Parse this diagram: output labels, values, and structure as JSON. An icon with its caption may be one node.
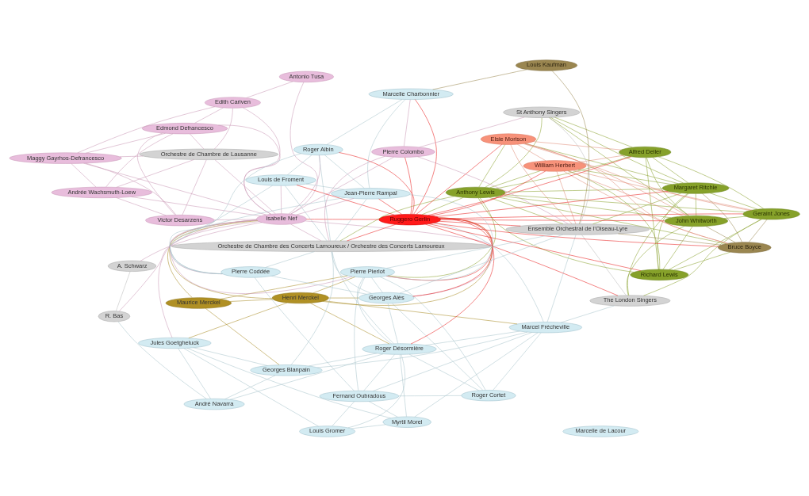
{
  "diagram": {
    "nodes": [
      {
        "text": [
          "Myrtil Morel"
        ]
      },
      {
        "text": [
          "Louis Gromer"
        ]
      },
      {
        "text": [
          "Fernand Oubradous"
        ]
      },
      {
        "text": [
          "Jules Goetgheluck"
        ]
      },
      {
        "text": [
          "Roger Cortet"
        ]
      },
      {
        "text": [
          "Marcelle de Lacour"
        ]
      },
      {
        "text": [
          "André Navarra"
        ]
      },
      {
        "text": [
          "Maurice Merckel"
        ]
      },
      {
        "text": [
          "Henri Merckel"
        ]
      },
      {
        "text": [
          "R. Bas"
        ]
      },
      {
        "text": [
          "Georges Blanpain"
        ]
      },
      {
        "text": [
          "Marcel Frécheville"
        ]
      },
      {
        "text": [
          "Roger Désormière"
        ]
      },
      {
        "text": [
          "The London Singers"
        ]
      },
      {
        "text": [
          "A. Schwarz"
        ]
      },
      {
        "text": [
          "Geraint Jones"
        ]
      },
      {
        "text": [
          "Margaret Ritchie"
        ]
      },
      {
        "text": [
          "Richard Lewis"
        ]
      },
      {
        "text": [
          "Isabelle Nef"
        ]
      },
      {
        "text": [
          "Anthony Lewis"
        ]
      },
      {
        "text": [
          "William Herbert"
        ]
      },
      {
        "text": [
          "Ruggero Gerlin"
        ]
      },
      {
        "text": [
          "Andrée Wachsmuth-Loew"
        ]
      },
      {
        "text": [
          "Pierre Pierlot"
        ]
      },
      {
        "text": [
          "Bruce Boyce"
        ]
      },
      {
        "text": [
          "Edmond Defrancesco"
        ]
      },
      {
        "text": [
          "Georges Alès"
        ]
      },
      {
        "text": [
          "Ensemble Orchestral de l’Oiseau-Lyre"
        ]
      },
      {
        "text": [
          "Elsie Morison"
        ]
      },
      {
        "text": [
          "Pierre Coddée"
        ]
      },
      {
        "text": [
          "Orchestre de Chambre de Lausanne"
        ]
      },
      {
        "text": [
          "Antonio Tusa"
        ]
      },
      {
        "text": [
          "Victor Desarzens"
        ]
      },
      {
        "text": [
          "John Whitworth"
        ]
      },
      {
        "text": [
          "Maggy Gayrhos-Defrancesco"
        ]
      },
      {
        "text": [
          "Alfred Deller"
        ]
      },
      {
        "text": [
          "Orchestre de Chambre des Concerts Lamoureux / Orchestre des Concerts Lamoureux"
        ]
      },
      {
        "text": [
          "St Anthony Singers"
        ]
      },
      {
        "text": [
          "Edith Cariven"
        ]
      },
      {
        "text": [
          "Louis de Froment"
        ]
      },
      {
        "text": [
          "Pierre Colombo"
        ]
      },
      {
        "text": [
          "Jean-Pierre Rampal"
        ]
      },
      {
        "text": [
          "Marcelle Charbonnier"
        ]
      },
      {
        "text": [
          "Louis Kaufman"
        ]
      },
      {
        "text": [
          "Roger Albin"
        ]
      }
    ],
    "edges": [
      {
        "from": 0,
        "to": 1,
        "arrow": "none"
      },
      {
        "from": 0,
        "to": 2,
        "arrow": "none"
      },
      {
        "from": 0,
        "to": 3,
        "arrow": "none"
      },
      {
        "from": 1,
        "to": 3,
        "arrow": "none"
      },
      {
        "from": 1,
        "to": 2,
        "arrow": "none"
      },
      {
        "from": 0,
        "to": 11,
        "arrow": "none"
      },
      {
        "from": 0,
        "to": 12,
        "arrow": "none"
      },
      {
        "from": 1,
        "to": 12,
        "arrow": "none"
      },
      {
        "from": 2,
        "to": 4,
        "arrow": "none"
      },
      {
        "from": 2,
        "to": 11,
        "arrow": "none"
      },
      {
        "from": 2,
        "to": 12,
        "arrow": "none"
      },
      {
        "from": 2,
        "to": 23,
        "arrow": "none"
      },
      {
        "from": 3,
        "to": 6,
        "arrow": "none"
      },
      {
        "from": 3,
        "to": 10,
        "arrow": "none"
      },
      {
        "from": 4,
        "to": 11,
        "arrow": "none"
      },
      {
        "from": 4,
        "to": 12,
        "arrow": "none"
      },
      {
        "from": 4,
        "to": 23,
        "arrow": "none"
      },
      {
        "from": 4,
        "to": 26,
        "arrow": "none"
      },
      {
        "from": 6,
        "to": 9,
        "arrow": "none"
      },
      {
        "from": 6,
        "to": 10,
        "arrow": "none"
      },
      {
        "from": 6,
        "to": 12,
        "arrow": "none"
      },
      {
        "from": 10,
        "to": 11,
        "arrow": "none"
      },
      {
        "from": 10,
        "to": 12,
        "arrow": "none"
      },
      {
        "from": 10,
        "to": 36,
        "arrow": "none"
      },
      {
        "from": 11,
        "to": 12,
        "arrow": "none"
      },
      {
        "from": 11,
        "to": 27,
        "arrow": "none"
      },
      {
        "from": 11,
        "to": 21,
        "arrow": "none"
      },
      {
        "from": 11,
        "to": 13,
        "arrow": "none"
      },
      {
        "from": 12,
        "to": 23,
        "arrow": "none"
      },
      {
        "from": 12,
        "to": 26,
        "arrow": "none"
      },
      {
        "from": 12,
        "to": 36,
        "arrow": "none"
      },
      {
        "from": 23,
        "to": 26,
        "arrow": "none"
      },
      {
        "from": 23,
        "to": 27,
        "arrow": "none"
      },
      {
        "from": 23,
        "to": 41,
        "arrow": "none"
      },
      {
        "from": 26,
        "to": 27,
        "arrow": "none"
      },
      {
        "from": 26,
        "to": 29,
        "arrow": "none"
      },
      {
        "from": 29,
        "to": 36,
        "arrow": "none"
      },
      {
        "from": 29,
        "to": 39,
        "arrow": "none"
      },
      {
        "from": 29,
        "to": 41,
        "arrow": "none"
      },
      {
        "from": 29,
        "to": 44,
        "arrow": "none"
      },
      {
        "from": 36,
        "to": 39,
        "arrow": "none"
      },
      {
        "from": 36,
        "to": 41,
        "arrow": "none"
      },
      {
        "from": 36,
        "to": 44,
        "arrow": "none"
      },
      {
        "from": 39,
        "to": 41,
        "arrow": "none"
      },
      {
        "from": 39,
        "to": 44,
        "arrow": "none"
      },
      {
        "from": 41,
        "to": 44,
        "arrow": "none"
      },
      {
        "from": 41,
        "to": 42,
        "arrow": "none"
      },
      {
        "from": 44,
        "to": 42,
        "arrow": "none"
      },
      {
        "from": 26,
        "to": 36,
        "arrow": "none"
      },
      {
        "from": 2,
        "to": 29,
        "arrow": "none"
      },
      {
        "from": 9,
        "to": 14,
        "arrow": "none",
        "color": "#bbbbbb"
      },
      {
        "from": 13,
        "to": 27,
        "arrow": "none",
        "color": "#bbbbbb"
      },
      {
        "from": 37,
        "to": 27,
        "arrow": "none",
        "color": "#bbbbbb"
      },
      {
        "from": 18,
        "to": 22,
        "arrow": "none",
        "color": "#c997b5"
      },
      {
        "from": 18,
        "to": 25,
        "arrow": "none",
        "color": "#c997b5"
      },
      {
        "from": 18,
        "to": 30,
        "arrow": "none",
        "color": "#c997b5"
      },
      {
        "from": 18,
        "to": 31,
        "arrow": "none",
        "color": "#c997b5"
      },
      {
        "from": 18,
        "to": 32,
        "arrow": "none",
        "color": "#c997b5"
      },
      {
        "from": 18,
        "to": 34,
        "arrow": "none",
        "color": "#c997b5"
      },
      {
        "from": 18,
        "to": 38,
        "arrow": "none",
        "color": "#c997b5"
      },
      {
        "from": 18,
        "to": 9,
        "arrow": "none",
        "color": "#c997b5"
      },
      {
        "from": 18,
        "to": 14,
        "arrow": "none",
        "color": "#c997b5"
      },
      {
        "from": 18,
        "to": 3,
        "arrow": "none",
        "color": "#c997b5"
      },
      {
        "from": 18,
        "to": 36,
        "arrow": "none",
        "color": "#c997b5"
      },
      {
        "from": 18,
        "to": 23,
        "arrow": "none",
        "color": "#c997b5"
      },
      {
        "from": 18,
        "to": 26,
        "arrow": "none",
        "color": "#c997b5"
      },
      {
        "from": 18,
        "to": 29,
        "arrow": "none",
        "color": "#c997b5"
      },
      {
        "from": 18,
        "to": 39,
        "arrow": "none",
        "color": "#c997b5"
      },
      {
        "from": 18,
        "to": 41,
        "arrow": "none",
        "color": "#c997b5"
      },
      {
        "from": 18,
        "to": 40,
        "arrow": "none",
        "color": "#c997b5"
      },
      {
        "from": 18,
        "to": 44,
        "arrow": "none",
        "color": "#c997b5"
      },
      {
        "from": 22,
        "to": 25,
        "arrow": "none",
        "color": "#c997b5"
      },
      {
        "from": 22,
        "to": 30,
        "arrow": "none",
        "color": "#c997b5"
      },
      {
        "from": 22,
        "to": 32,
        "arrow": "none",
        "color": "#c997b5"
      },
      {
        "from": 25,
        "to": 30,
        "arrow": "none",
        "color": "#c997b5"
      },
      {
        "from": 25,
        "to": 32,
        "arrow": "none",
        "color": "#c997b5"
      },
      {
        "from": 25,
        "to": 34,
        "arrow": "none",
        "color": "#c997b5"
      },
      {
        "from": 30,
        "to": 32,
        "arrow": "none",
        "color": "#c997b5"
      },
      {
        "from": 30,
        "to": 34,
        "arrow": "none",
        "color": "#c997b5"
      },
      {
        "from": 32,
        "to": 34,
        "arrow": "none",
        "color": "#c997b5"
      },
      {
        "from": 34,
        "to": 38,
        "arrow": "none",
        "color": "#c997b5"
      },
      {
        "from": 25,
        "to": 38,
        "arrow": "none",
        "color": "#c997b5"
      },
      {
        "from": 30,
        "to": 38,
        "arrow": "none",
        "color": "#c997b5"
      },
      {
        "from": 31,
        "to": 38,
        "arrow": "none",
        "color": "#c997b5"
      },
      {
        "from": 22,
        "to": 34,
        "arrow": "none",
        "color": "#c997b5"
      },
      {
        "from": 40,
        "to": 27,
        "arrow": "none",
        "color": "#c997b5"
      },
      {
        "from": 40,
        "to": 37,
        "arrow": "none",
        "color": "#c997b5"
      },
      {
        "from": 40,
        "to": 42,
        "arrow": "none",
        "color": "#c997b5"
      },
      {
        "from": 40,
        "to": 36,
        "arrow": "none",
        "color": "#c997b5"
      },
      {
        "from": 7,
        "to": 8,
        "arrow": "none",
        "color": "#a88a24"
      },
      {
        "from": 3,
        "to": 8,
        "arrow": "none",
        "color": "#a88a24"
      },
      {
        "from": 7,
        "to": 10,
        "arrow": "none",
        "color": "#a88a24"
      },
      {
        "from": 7,
        "to": 23,
        "arrow": "none",
        "color": "#a88a24"
      },
      {
        "from": 7,
        "to": 18,
        "arrow": "none",
        "color": "#a88a24"
      },
      {
        "from": 8,
        "to": 12,
        "arrow": "none",
        "color": "#a88a24"
      },
      {
        "from": 8,
        "to": 23,
        "arrow": "none",
        "color": "#a88a24"
      },
      {
        "from": 8,
        "to": 26,
        "arrow": "none",
        "color": "#a88a24"
      },
      {
        "from": 8,
        "to": 11,
        "arrow": "none",
        "color": "#a88a24"
      },
      {
        "from": 8,
        "to": 18,
        "arrow": "none",
        "color": "#a88a24"
      },
      {
        "from": 8,
        "to": 21,
        "arrow": "none",
        "color": "#a88a24"
      },
      {
        "from": 21,
        "to": 18,
        "arrow": "none",
        "color": "#e8191a"
      },
      {
        "from": 21,
        "to": 23,
        "arrow": "none",
        "color": "#e8191a"
      },
      {
        "from": 21,
        "to": 26,
        "arrow": "none",
        "color": "#e8191a"
      },
      {
        "from": 21,
        "to": 27,
        "arrow": "none",
        "color": "#e8191a"
      },
      {
        "from": 21,
        "to": 36,
        "arrow": "none",
        "color": "#e8191a"
      },
      {
        "from": 21,
        "to": 39,
        "arrow": "none",
        "color": "#e8191a"
      },
      {
        "from": 21,
        "to": 40,
        "arrow": "none",
        "color": "#e8191a"
      },
      {
        "from": 21,
        "to": 41,
        "arrow": "none",
        "color": "#e8191a"
      },
      {
        "from": 21,
        "to": 42,
        "arrow": "none",
        "color": "#e8191a"
      },
      {
        "from": 21,
        "to": 44,
        "arrow": "none",
        "color": "#e8191a"
      },
      {
        "from": 21,
        "to": 13,
        "arrow": "none",
        "color": "#e8191a"
      },
      {
        "from": 21,
        "to": 15,
        "arrow": "none",
        "color": "#e8191a"
      },
      {
        "from": 21,
        "to": 16,
        "arrow": "none",
        "color": "#e8191a"
      },
      {
        "from": 21,
        "to": 17,
        "arrow": "none",
        "color": "#e8191a"
      },
      {
        "from": 21,
        "to": 20,
        "arrow": "none",
        "color": "#e8191a"
      },
      {
        "from": 21,
        "to": 24,
        "arrow": "none",
        "color": "#e8191a"
      },
      {
        "from": 21,
        "to": 28,
        "arrow": "none",
        "color": "#e8191a"
      },
      {
        "from": 21,
        "to": 33,
        "arrow": "none",
        "color": "#e8191a"
      },
      {
        "from": 21,
        "to": 35,
        "arrow": "none",
        "color": "#e8191a"
      },
      {
        "from": 21,
        "to": 12,
        "arrow": "none",
        "color": "#e8191a"
      },
      {
        "from": 19,
        "to": 21,
        "arrow": "none",
        "color": "#88a02c"
      },
      {
        "from": 19,
        "to": 15,
        "arrow": "none",
        "color": "#88a02c"
      },
      {
        "from": 19,
        "to": 16,
        "arrow": "none",
        "color": "#88a02c"
      },
      {
        "from": 19,
        "to": 17,
        "arrow": "none",
        "color": "#88a02c"
      },
      {
        "from": 19,
        "to": 20,
        "arrow": "none",
        "color": "#88a02c"
      },
      {
        "from": 19,
        "to": 24,
        "arrow": "none",
        "color": "#88a02c"
      },
      {
        "from": 19,
        "to": 28,
        "arrow": "none",
        "color": "#88a02c"
      },
      {
        "from": 19,
        "to": 33,
        "arrow": "none",
        "color": "#88a02c"
      },
      {
        "from": 19,
        "to": 35,
        "arrow": "none",
        "color": "#88a02c"
      },
      {
        "from": 19,
        "to": 37,
        "arrow": "none",
        "color": "#88a02c"
      },
      {
        "from": 19,
        "to": 27,
        "arrow": "none",
        "color": "#88a02c"
      },
      {
        "from": 19,
        "to": 36,
        "arrow": "none",
        "color": "#88a02c"
      },
      {
        "from": 19,
        "to": 23,
        "arrow": "none",
        "color": "#88a02c"
      },
      {
        "from": 16,
        "to": 15,
        "arrow": "none",
        "color": "#88a02c"
      },
      {
        "from": 16,
        "to": 17,
        "arrow": "none",
        "color": "#88a02c"
      },
      {
        "from": 16,
        "to": 33,
        "arrow": "none",
        "color": "#88a02c"
      },
      {
        "from": 16,
        "to": 35,
        "arrow": "none",
        "color": "#88a02c"
      },
      {
        "from": 16,
        "to": 37,
        "arrow": "none",
        "color": "#88a02c"
      },
      {
        "from": 16,
        "to": 13,
        "arrow": "none",
        "color": "#88a02c"
      },
      {
        "from": 16,
        "to": 20,
        "arrow": "none",
        "color": "#88a02c"
      },
      {
        "from": 16,
        "to": 28,
        "arrow": "none",
        "color": "#88a02c"
      },
      {
        "from": 15,
        "to": 13,
        "arrow": "none",
        "color": "#88a02c"
      },
      {
        "from": 15,
        "to": 17,
        "arrow": "none",
        "color": "#88a02c"
      },
      {
        "from": 15,
        "to": 33,
        "arrow": "none",
        "color": "#88a02c"
      },
      {
        "from": 15,
        "to": 35,
        "arrow": "none",
        "color": "#88a02c"
      },
      {
        "from": 17,
        "to": 33,
        "arrow": "none",
        "color": "#88a02c"
      },
      {
        "from": 17,
        "to": 35,
        "arrow": "none",
        "color": "#88a02c"
      },
      {
        "from": 17,
        "to": 20,
        "arrow": "none",
        "color": "#88a02c"
      },
      {
        "from": 17,
        "to": 24,
        "arrow": "none",
        "color": "#88a02c"
      },
      {
        "from": 33,
        "to": 35,
        "arrow": "none",
        "color": "#88a02c"
      },
      {
        "from": 33,
        "to": 37,
        "arrow": "none",
        "color": "#88a02c"
      },
      {
        "from": 33,
        "to": 13,
        "arrow": "none",
        "color": "#88a02c"
      },
      {
        "from": 35,
        "to": 37,
        "arrow": "none",
        "color": "#88a02c"
      },
      {
        "from": 16,
        "to": 27,
        "arrow": "none",
        "color": "#88a02c"
      },
      {
        "from": 20,
        "to": 24,
        "arrow": "none",
        "color": "#e08a76"
      },
      {
        "from": 20,
        "to": 28,
        "arrow": "none",
        "color": "#e08a76"
      },
      {
        "from": 20,
        "to": 15,
        "arrow": "none",
        "color": "#e08a76"
      },
      {
        "from": 20,
        "to": 33,
        "arrow": "none",
        "color": "#e08a76"
      },
      {
        "from": 20,
        "to": 35,
        "arrow": "none",
        "color": "#e08a76"
      },
      {
        "from": 20,
        "to": 27,
        "arrow": "none",
        "color": "#e08a76"
      },
      {
        "from": 28,
        "to": 24,
        "arrow": "none",
        "color": "#e08a76"
      },
      {
        "from": 28,
        "to": 27,
        "arrow": "none",
        "color": "#e08a76"
      },
      {
        "from": 28,
        "to": 33,
        "arrow": "none",
        "color": "#e08a76"
      },
      {
        "from": 28,
        "to": 35,
        "arrow": "none",
        "color": "#e08a76"
      },
      {
        "from": 28,
        "to": 15,
        "arrow": "none",
        "color": "#e08a76"
      },
      {
        "from": 24,
        "to": 27,
        "arrow": "none",
        "color": "#9a8650"
      },
      {
        "from": 24,
        "to": 16,
        "arrow": "none",
        "color": "#9a8650"
      },
      {
        "from": 24,
        "to": 33,
        "arrow": "none",
        "color": "#9a8650"
      },
      {
        "from": 24,
        "to": 15,
        "arrow": "none",
        "color": "#9a8650"
      },
      {
        "from": 43,
        "to": 27,
        "arrow": "none",
        "color": "#9a8650"
      },
      {
        "from": 43,
        "to": 42,
        "arrow": "none",
        "color": "#9a8650"
      }
    ]
  }
}
